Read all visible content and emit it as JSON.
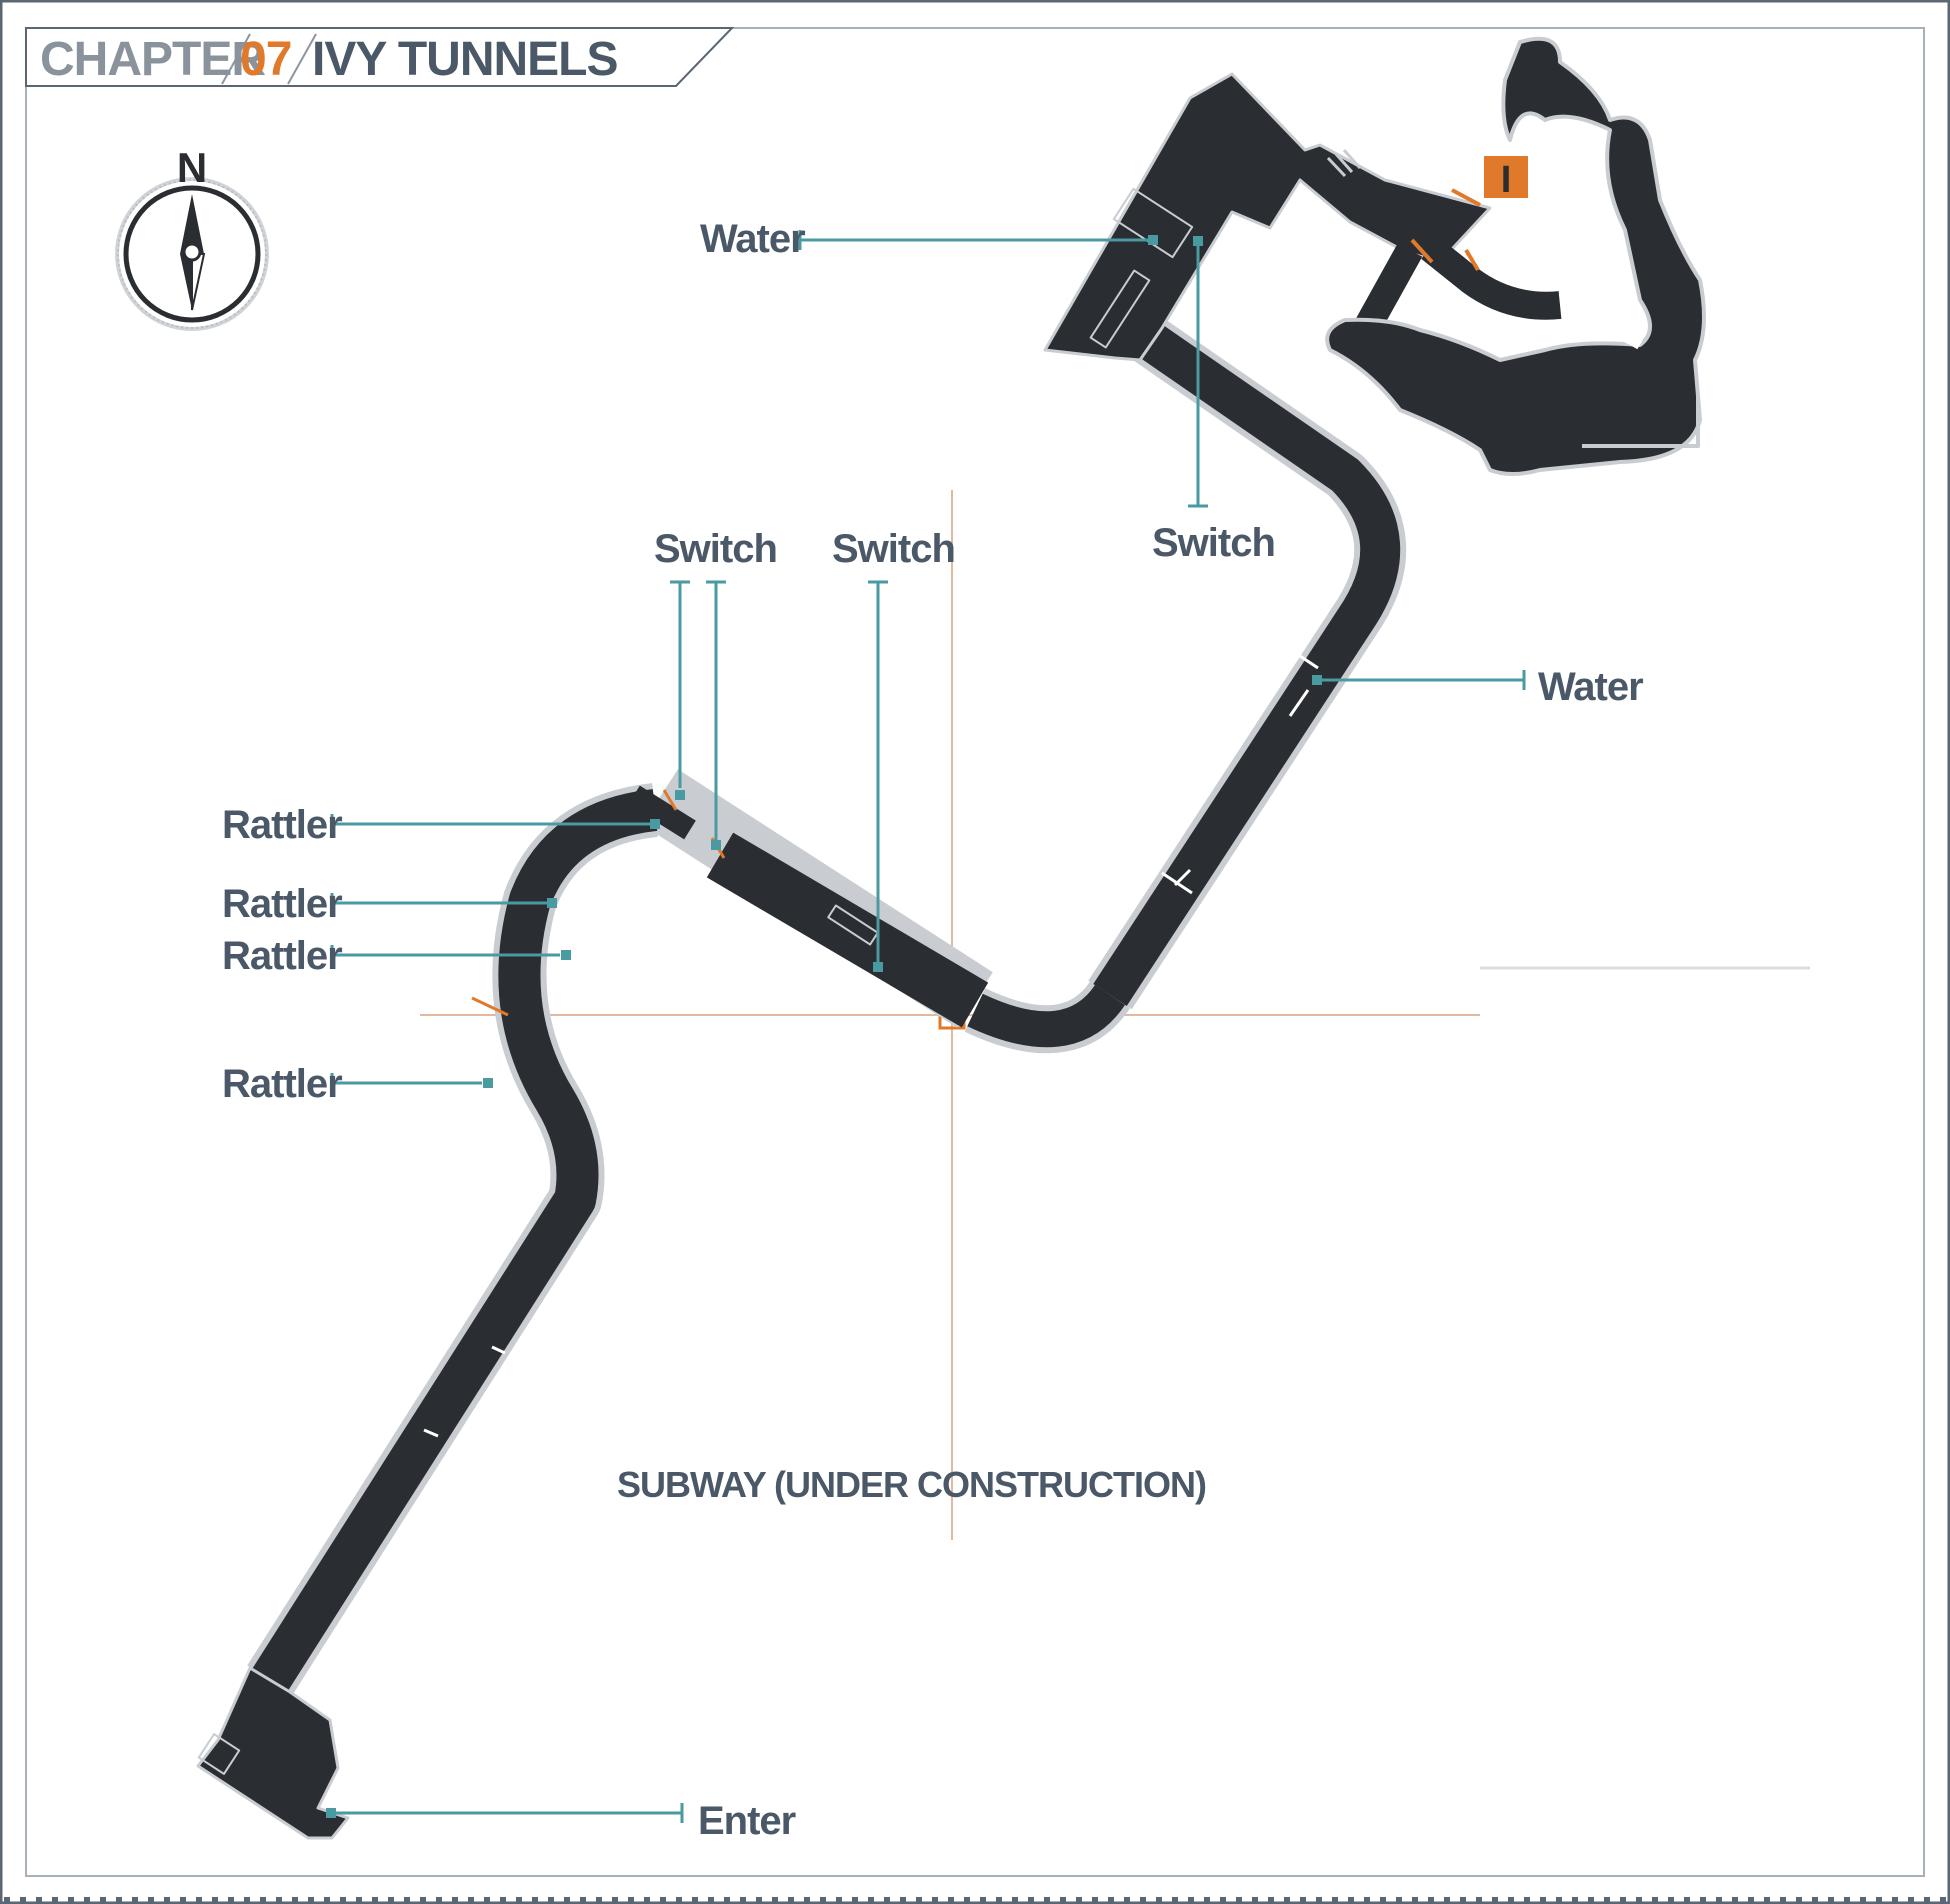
{
  "header": {
    "chapter_word": "CHAPTER",
    "chapter_number": "07",
    "chapter_title": "IVY TUNNELS"
  },
  "compass": {
    "north_label": "N",
    "icon": "compass-icon"
  },
  "map": {
    "area_label": "SUBWAY (UNDER CONSTRUCTION)",
    "marker_label": "I"
  },
  "callouts": [
    {
      "id": "water-top",
      "text": "Water"
    },
    {
      "id": "switch-right",
      "text": "Switch"
    },
    {
      "id": "switch-left-a",
      "text": "Switch"
    },
    {
      "id": "switch-mid",
      "text": "Switch"
    },
    {
      "id": "water-right",
      "text": "Water"
    },
    {
      "id": "rattler-1",
      "text": "Rattler"
    },
    {
      "id": "rattler-2",
      "text": "Rattler"
    },
    {
      "id": "rattler-3",
      "text": "Rattler"
    },
    {
      "id": "rattler-4",
      "text": "Rattler"
    },
    {
      "id": "enter",
      "text": "Enter"
    }
  ],
  "colors": {
    "accent": "#e07a2a",
    "callout_line": "#4a9aa2",
    "tunnel": "#2a2d31",
    "label_text": "#4a5868",
    "frame": "#5a6674"
  }
}
